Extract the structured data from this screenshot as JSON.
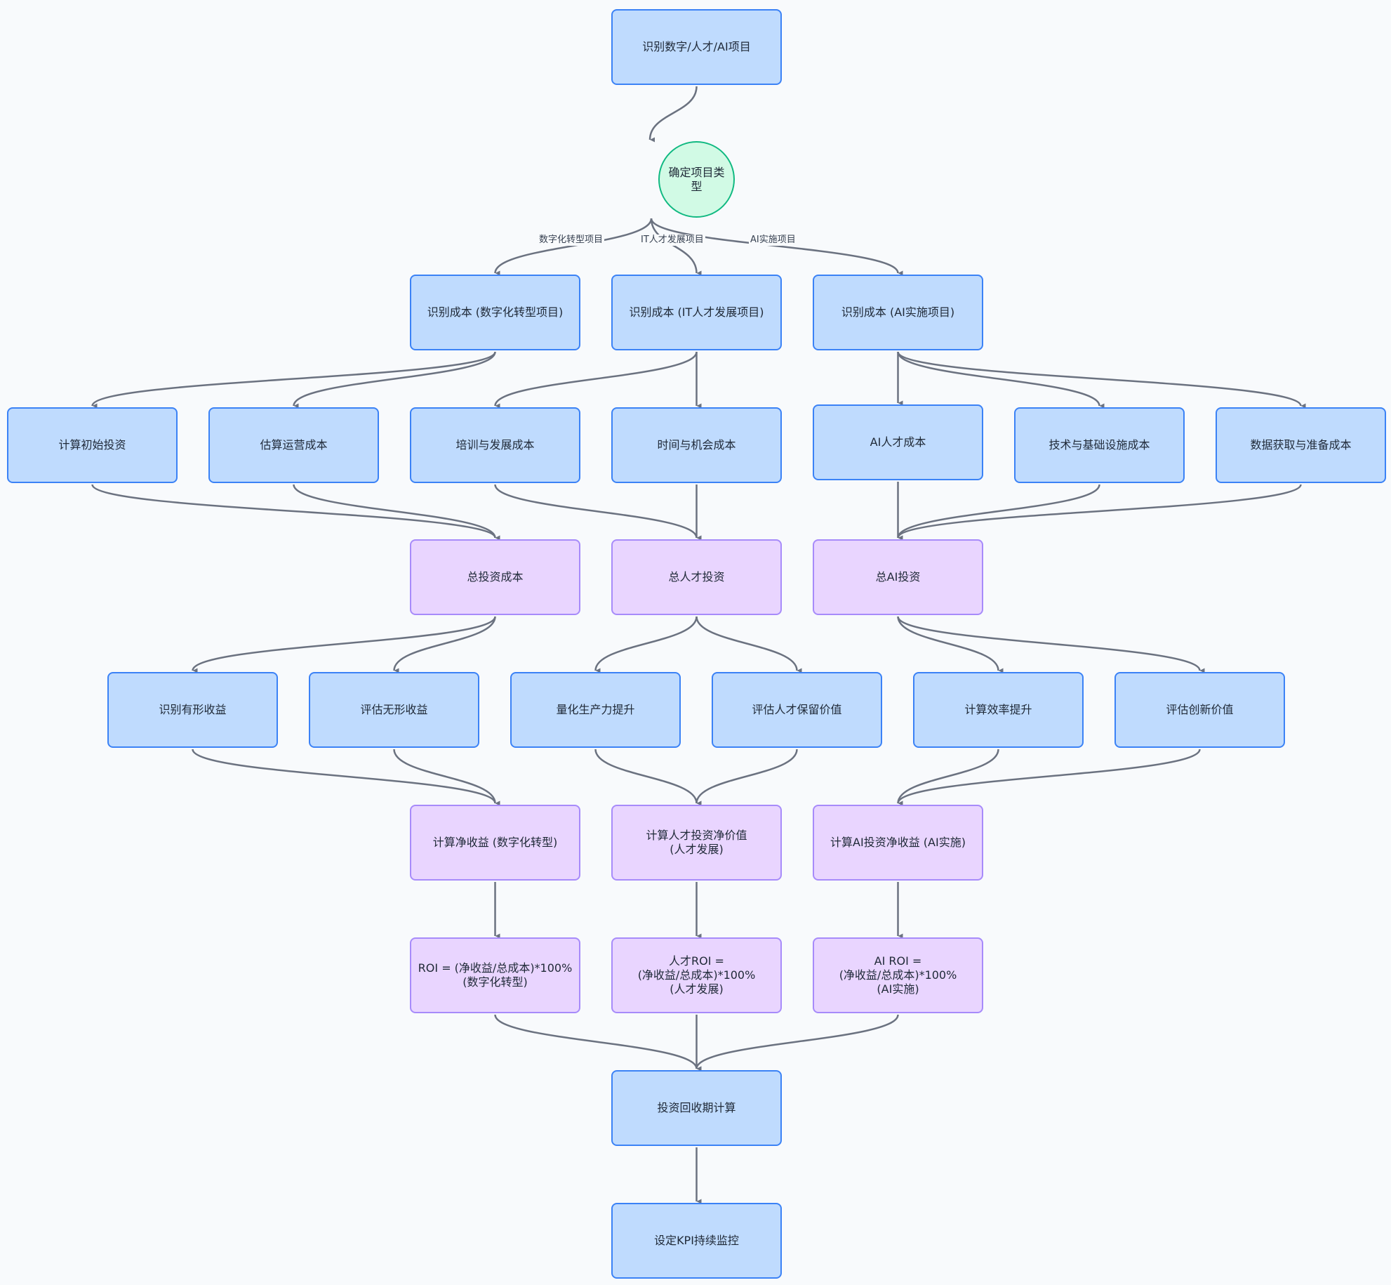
{
  "nodes": {
    "identify_projects": "识别数字/人才/AI项目",
    "project_type": "确定项目类型",
    "cost_digital": "识别成本 (数字化转型项目)",
    "cost_it_talent": "识别成本 (IT人才发展项目)",
    "cost_ai": "识别成本 (AI实施项目)",
    "initial_investment": "计算初始投资",
    "operating_cost": "估算运营成本",
    "training_cost": "培训与发展成本",
    "time_opportunity_cost": "时间与机会成本",
    "ai_talent_cost": "AI人才成本",
    "tech_infra_cost": "技术与基础设施成本",
    "data_cost": "数据获取与准备成本",
    "total_investment_cost": "总投资成本",
    "total_talent_investment": "总人才投资",
    "total_ai_investment": "总AI投资",
    "tangible_benefits": "识别有形收益",
    "intangible_benefits": "评估无形收益",
    "productivity_gain": "量化生产力提升",
    "retention_value": "评估人才保留价值",
    "efficiency_gain": "计算效率提升",
    "innovation_value": "评估创新价值",
    "net_benefit_digital": "计算净收益 (数字化转型)",
    "net_value_talent": "计算人才投资净价值\n(人才发展)",
    "net_benefit_ai": "计算AI投资净收益 (AI实施)",
    "roi_digital": "ROI = (净收益/总成本)*100%\n(数字化转型)",
    "roi_talent": "人才ROI =\n(净收益/总成本)*100%\n(人才发展)",
    "roi_ai": "AI ROI =\n(净收益/总成本)*100%\n(AI实施)",
    "payback_period": "投资回收期计算",
    "kpi_monitoring": "设定KPI持续监控"
  },
  "edge_labels": {
    "digital": "数字化转型项目",
    "it_talent": "IT人才发展项目",
    "ai": "AI实施项目"
  },
  "colors": {
    "process_fill": "#bfdbfe",
    "process_border": "#3b82f6",
    "calc_fill": "#e9d5ff",
    "calc_border": "#a78bfa",
    "decision_fill": "#d1fae5",
    "decision_border": "#10b981",
    "edge": "#6b7280",
    "background": "#f8fafc"
  },
  "edges": [
    [
      "identify_projects",
      "project_type"
    ],
    [
      "project_type",
      "cost_digital",
      "digital"
    ],
    [
      "project_type",
      "cost_it_talent",
      "it_talent"
    ],
    [
      "project_type",
      "cost_ai",
      "ai"
    ],
    [
      "cost_digital",
      "initial_investment"
    ],
    [
      "cost_digital",
      "operating_cost"
    ],
    [
      "cost_it_talent",
      "training_cost"
    ],
    [
      "cost_it_talent",
      "time_opportunity_cost"
    ],
    [
      "cost_ai",
      "ai_talent_cost"
    ],
    [
      "cost_ai",
      "tech_infra_cost"
    ],
    [
      "cost_ai",
      "data_cost"
    ],
    [
      "initial_investment",
      "total_investment_cost"
    ],
    [
      "operating_cost",
      "total_investment_cost"
    ],
    [
      "training_cost",
      "total_talent_investment"
    ],
    [
      "time_opportunity_cost",
      "total_talent_investment"
    ],
    [
      "ai_talent_cost",
      "total_ai_investment"
    ],
    [
      "tech_infra_cost",
      "total_ai_investment"
    ],
    [
      "data_cost",
      "total_ai_investment"
    ],
    [
      "total_investment_cost",
      "tangible_benefits"
    ],
    [
      "total_investment_cost",
      "intangible_benefits"
    ],
    [
      "total_talent_investment",
      "productivity_gain"
    ],
    [
      "total_talent_investment",
      "retention_value"
    ],
    [
      "total_ai_investment",
      "efficiency_gain"
    ],
    [
      "total_ai_investment",
      "innovation_value"
    ],
    [
      "tangible_benefits",
      "net_benefit_digital"
    ],
    [
      "intangible_benefits",
      "net_benefit_digital"
    ],
    [
      "productivity_gain",
      "net_value_talent"
    ],
    [
      "retention_value",
      "net_value_talent"
    ],
    [
      "efficiency_gain",
      "net_benefit_ai"
    ],
    [
      "innovation_value",
      "net_benefit_ai"
    ],
    [
      "net_benefit_digital",
      "roi_digital"
    ],
    [
      "net_value_talent",
      "roi_talent"
    ],
    [
      "net_benefit_ai",
      "roi_ai"
    ],
    [
      "roi_digital",
      "payback_period"
    ],
    [
      "roi_talent",
      "payback_period"
    ],
    [
      "roi_ai",
      "payback_period"
    ],
    [
      "payback_period",
      "kpi_monitoring"
    ]
  ]
}
